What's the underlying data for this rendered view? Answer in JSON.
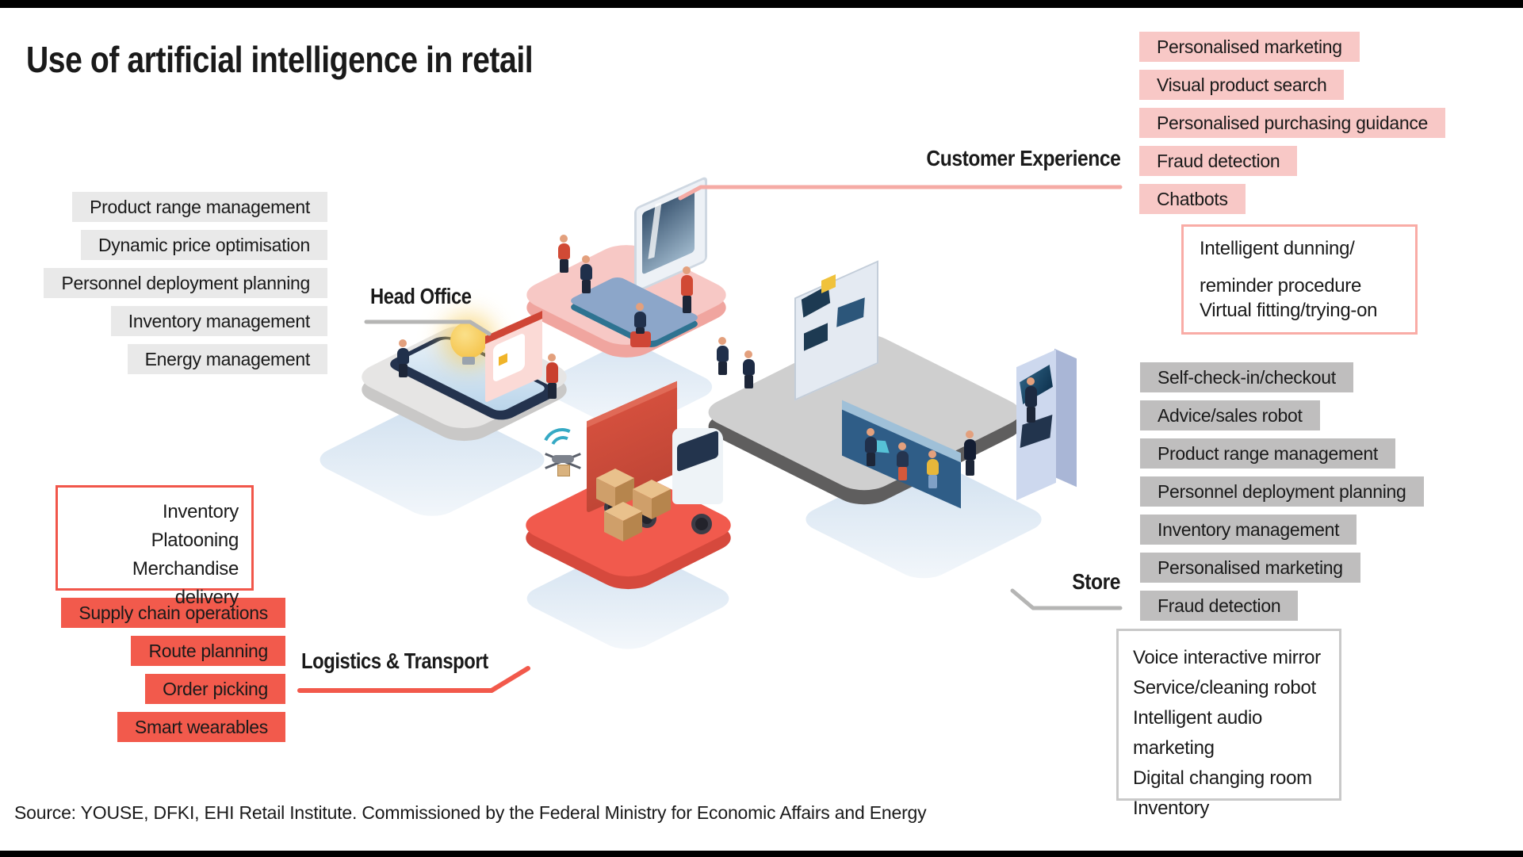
{
  "title": "Use of artificial intelligence in retail",
  "source": "Source: YOUSE, DFKI, EHI Retail Institute. Commissioned by the Federal Ministry for Economic Affairs and Energy",
  "head_office": {
    "label": "Head Office",
    "items": [
      "Product range management",
      "Dynamic price optimisation",
      "Personnel deployment planning",
      "Inventory management",
      "Energy management"
    ]
  },
  "customer_experience": {
    "label": "Customer Experience",
    "items": [
      "Personalised marketing",
      "Visual product search",
      "Personalised purchasing guidance",
      "Fraud detection",
      "Chatbots"
    ],
    "panel": [
      "Intelligent dunning/",
      "reminder procedure",
      "Virtual fitting/trying-on"
    ]
  },
  "store": {
    "label": "Store",
    "items": [
      "Self-check-in/checkout",
      "Advice/sales robot",
      "Product range management",
      "Personnel deployment planning",
      "Inventory management",
      "Personalised marketing",
      "Fraud detection"
    ],
    "panel": [
      "Voice interactive mirror",
      "Service/cleaning robot",
      "Intelligent audio marketing",
      "Digital changing room",
      "Inventory"
    ]
  },
  "logistics": {
    "label": "Logistics & Transport",
    "panel": [
      "Inventory",
      "Platooning",
      "Merchandise delivery"
    ],
    "items": [
      "Supply chain operations",
      "Route planning",
      "Order picking",
      "Smart wearables"
    ]
  },
  "colors": {
    "label_pink": "#f8c8c6",
    "label_red": "#f25a4c",
    "label_gray_light": "#e9e9e9",
    "label_gray_mid": "#bfbebe",
    "panel_border_pink": "#f9aca6",
    "panel_border_red": "#f1564a",
    "panel_border_gray": "#c9c9c9",
    "connector_gray": "#b5b5b4",
    "connector_pink": "#f5aba5",
    "connector_red": "#f2594b",
    "platform_pink": "#f7c8c5",
    "platform_gray": "#e6e5e4",
    "platform_dark_gray": "#cfcfcf",
    "platform_red": "#f15a4d",
    "shadow_blue": "#b8cfe6",
    "text": "#1a1a1a"
  }
}
